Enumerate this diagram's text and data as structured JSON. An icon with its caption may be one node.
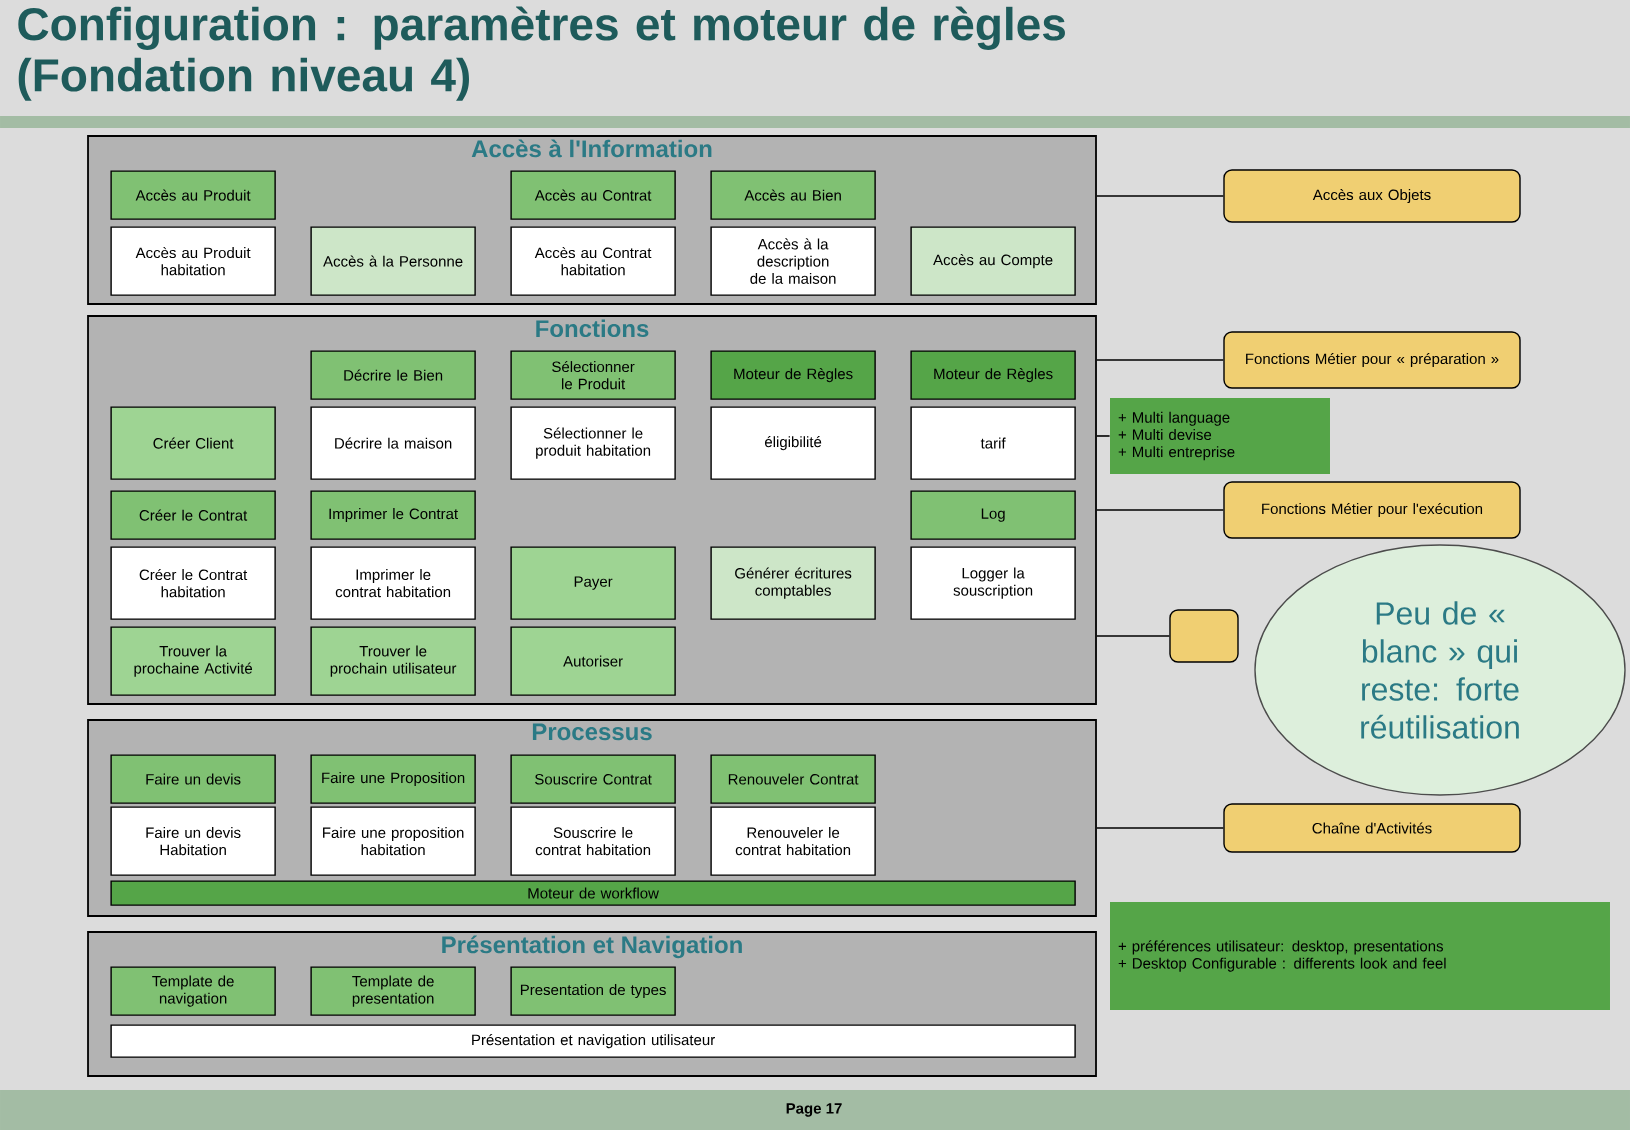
{
  "diagram": {
    "title": "Configuration : paramètres et moteur de règles (Fondation niveau 4)",
    "nodes": [
      {
        "text": [
          "Accès à l'Information"
        ]
      },
      {
        "text": [
          "Accès au Produit habitation"
        ],
        "in": 0
      },
      {
        "text": [
          "Accès à la Personne"
        ],
        "in": 0
      },
      {
        "text": [
          "Accès au Contrat habitation"
        ],
        "in": 0
      },
      {
        "text": [
          "Accès à la description de la maison"
        ],
        "in": 0
      },
      {
        "text": [
          "Accès au Compte"
        ],
        "in": 0
      },
      {
        "text": [
          "Accès au Produit"
        ],
        "in": 0
      },
      {
        "text": [
          "Accès au Contrat"
        ],
        "in": 0
      },
      {
        "text": [
          "Accès au Bien"
        ],
        "in": 0
      },
      {
        "text": [
          "Fonctions"
        ]
      },
      {
        "text": [
          "Créer Client"
        ],
        "in": 9
      },
      {
        "text": [
          "Décrire la maison"
        ],
        "in": 9
      },
      {
        "text": [
          "Sélectionner le produit habitation"
        ],
        "in": 9
      },
      {
        "text": [
          "éligibilité"
        ],
        "in": 9
      },
      {
        "text": [
          "tarif"
        ],
        "in": 9
      },
      {
        "text": [
          "Décrire le Bien"
        ],
        "in": 9
      },
      {
        "text": [
          "Sélectionner le Produit"
        ],
        "in": 9
      },
      {
        "text": [
          "Moteur de Règles"
        ],
        "in": 9
      },
      {
        "text": [
          "Moteur de Règles"
        ],
        "in": 9
      },
      {
        "text": [
          "Créer le Contrat habitation"
        ],
        "in": 9
      },
      {
        "text": [
          "Imprimer le contrat habitation"
        ],
        "in": 9
      },
      {
        "text": [
          "Payer"
        ],
        "in": 9
      },
      {
        "text": [
          "Générer écritures comptables"
        ],
        "in": 9
      },
      {
        "text": [
          "Logger la souscription"
        ],
        "in": 9
      },
      {
        "text": [
          "Créer le Contrat"
        ],
        "in": 9
      },
      {
        "text": [
          "Imprimer le Contrat"
        ],
        "in": 9
      },
      {
        "text": [
          "Log"
        ],
        "in": 9
      },
      {
        "text": [
          "Trouver la prochaine Activité"
        ],
        "in": 9
      },
      {
        "text": [
          "Trouver le prochain utilisateur"
        ],
        "in": 9
      },
      {
        "text": [
          "Autoriser"
        ],
        "in": 9
      },
      {
        "text": [
          "Processus"
        ]
      },
      {
        "text": [
          "Faire un devis Habitation"
        ],
        "in": 30
      },
      {
        "text": [
          "Faire une proposition habitation"
        ],
        "in": 30
      },
      {
        "text": [
          "Souscrire le contrat habitation"
        ],
        "in": 30
      },
      {
        "text": [
          "Renouveler le contrat habitation"
        ],
        "in": 30
      },
      {
        "text": [
          "Faire un devis"
        ],
        "in": 30
      },
      {
        "text": [
          "Faire une Proposition"
        ],
        "in": 30
      },
      {
        "text": [
          "Souscrire Contrat"
        ],
        "in": 30
      },
      {
        "text": [
          "Renouveler Contrat"
        ],
        "in": 30
      },
      {
        "text": [
          "Moteur de workflow"
        ],
        "in": 30
      },
      {
        "text": [
          "Présentation et Navigation"
        ]
      },
      {
        "text": [
          "Présentation et navigation utilisateur"
        ],
        "in": 40
      },
      {
        "text": [
          "Template de navigation"
        ],
        "in": 40
      },
      {
        "text": [
          "Template de presentation"
        ],
        "in": 40
      },
      {
        "text": [
          "Presentation de types"
        ],
        "in": 40
      },
      {
        "text": [
          "Accès aux Objets"
        ]
      },
      {
        "text": [
          "Fonctions Métier pour « préparation »"
        ]
      },
      {
        "text": [
          "+ Multi language",
          "+ Multi devise",
          "+ Multi entreprise"
        ]
      },
      {
        "text": [
          "Fonctions Métier pour l'exécution"
        ]
      },
      {
        "text": [],
        "shape": "box"
      },
      {
        "text": [
          "Peu de « blanc » qui reste: forte réutilisation"
        ]
      },
      {
        "text": [
          "Chaîne d'Activités"
        ]
      },
      {
        "text": [
          "+ préférences utilisateur: desktop, presentations",
          "+ Desktop Configurable : differents look and feel"
        ]
      }
    ],
    "edges": [
      {
        "from": 45,
        "to": 0,
        "arrow": "none"
      },
      {
        "from": 46,
        "to": 9,
        "arrow": "none"
      },
      {
        "from": 47,
        "to": 9,
        "arrow": "none"
      },
      {
        "from": 48,
        "to": 9,
        "arrow": "none"
      },
      {
        "from": 49,
        "to": 9,
        "arrow": "none"
      },
      {
        "from": 51,
        "to": 30,
        "arrow": "none"
      }
    ],
    "labels": [
      "Page 17"
    ]
  }
}
